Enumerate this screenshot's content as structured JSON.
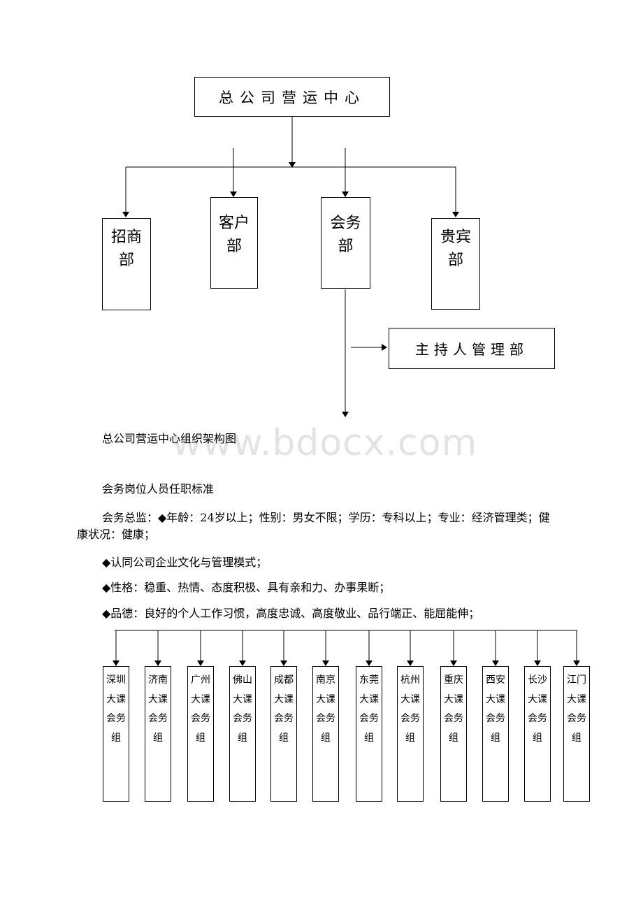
{
  "org_chart": {
    "top": "总公司营运中心",
    "departments": [
      "招商部",
      "客户部",
      "会务部",
      "贵宾部"
    ],
    "sub_department": "主持人管理部",
    "caption": "总公司营运中心组织架构图"
  },
  "watermark": "www.bdocx.com",
  "section_title": "会务岗位人员任职标准",
  "paragraphs": [
    "会务总监：◆年龄：24岁以上；性别：男女不限；学历：专科以上；专业：经济管理类；健康状况：健康；",
    "◆认同公司企业文化与管理模式；",
    "◆性格：稳重、热情、态度积极、具有亲和力、办事果断；",
    "◆品德：良好的个人工作习惯，高度忠诚、高度敬业、品行端正、能屈能伸；"
  ],
  "groups": [
    "深圳大课会务组",
    "济南大课会务组",
    "广州大课会务组",
    "佛山大课会务组",
    "成都大课会务组",
    "南京大课会务组",
    "东莞大课会务组",
    "杭州大课会务组",
    "重庆大课会务组",
    "西安大课会务组",
    "长沙大课会务组",
    "江门大课会务组"
  ]
}
